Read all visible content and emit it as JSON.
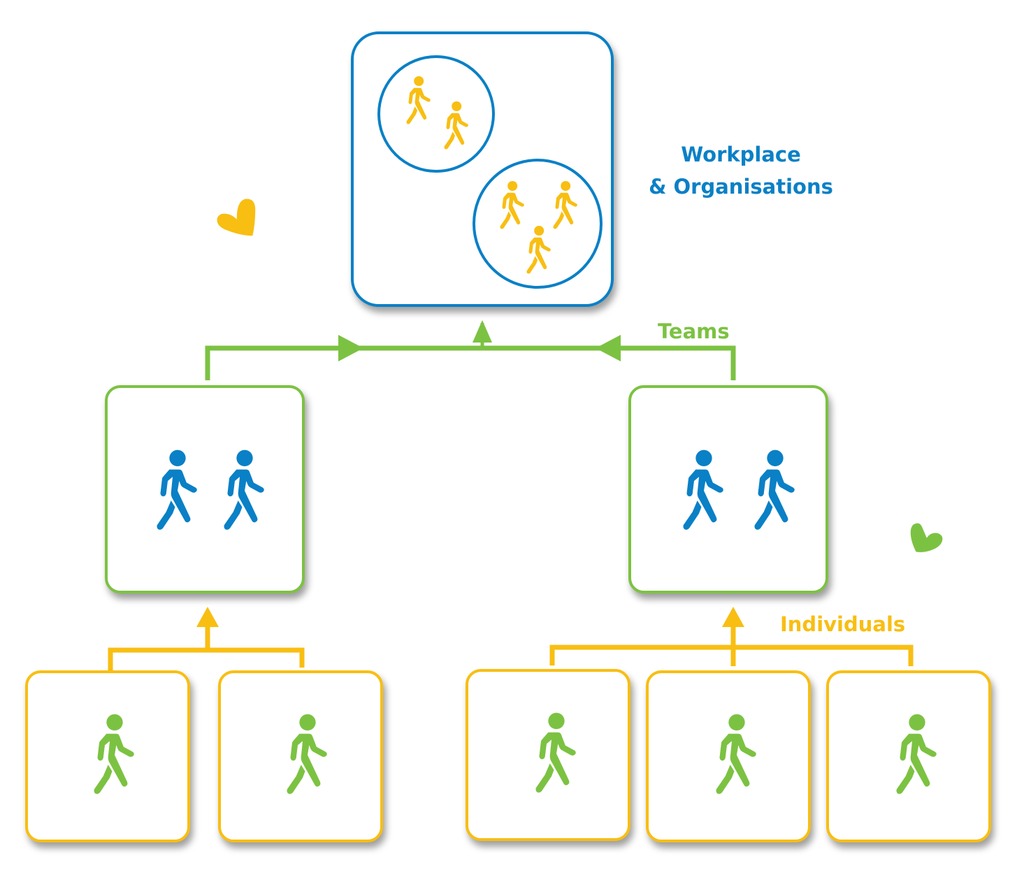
{
  "colors": {
    "organisation": "#0A80C6",
    "team": "#7CC242",
    "individual": "#F8BE12"
  },
  "labels": {
    "organisation_line1": "Workplace",
    "organisation_line2": "& Organisations",
    "teams": "Teams",
    "individuals": "Individuals"
  },
  "organisation": {
    "icon": "group-circles-icon",
    "groups": [
      {
        "members": 2,
        "icon": "person-walking-icon"
      },
      {
        "members": 3,
        "icon": "person-walking-icon"
      }
    ]
  },
  "teams": [
    {
      "members": 2,
      "icon": "person-walking-icon"
    },
    {
      "members": 2,
      "icon": "person-walking-icon"
    }
  ],
  "individuals": [
    {
      "team": 1,
      "icon": "person-walking-icon"
    },
    {
      "team": 1,
      "icon": "person-walking-icon"
    },
    {
      "team": 2,
      "icon": "person-walking-icon"
    },
    {
      "team": 2,
      "icon": "person-walking-icon"
    },
    {
      "team": 2,
      "icon": "person-walking-icon"
    }
  ],
  "decorations": [
    {
      "icon": "heart-icon",
      "color": "#F8BE12"
    },
    {
      "icon": "heart-icon",
      "color": "#7CC242"
    }
  ]
}
